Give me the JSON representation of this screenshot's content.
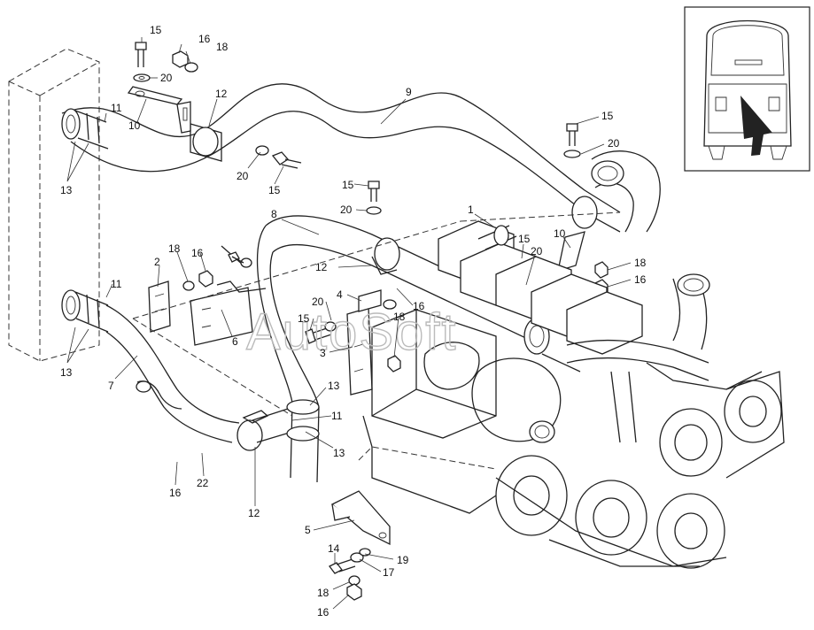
{
  "watermark": "AutoSoft",
  "callouts": [
    {
      "id": "c15a",
      "text": "15"
    },
    {
      "id": "c16a",
      "text": "16"
    },
    {
      "id": "c18a",
      "text": "18"
    },
    {
      "id": "c20a",
      "text": "20"
    },
    {
      "id": "c9",
      "text": "9"
    },
    {
      "id": "c12a",
      "text": "12"
    },
    {
      "id": "c11a",
      "text": "11"
    },
    {
      "id": "c10a",
      "text": "10"
    },
    {
      "id": "c13a",
      "text": "13"
    },
    {
      "id": "c20b",
      "text": "20"
    },
    {
      "id": "c15b",
      "text": "15"
    },
    {
      "id": "c15c",
      "text": "15"
    },
    {
      "id": "c20c",
      "text": "20"
    },
    {
      "id": "c15d",
      "text": "15"
    },
    {
      "id": "c20d",
      "text": "20"
    },
    {
      "id": "c8",
      "text": "8"
    },
    {
      "id": "c1",
      "text": "1"
    },
    {
      "id": "c15e",
      "text": "15"
    },
    {
      "id": "c20e",
      "text": "20"
    },
    {
      "id": "c10b",
      "text": "10"
    },
    {
      "id": "c18b",
      "text": "18"
    },
    {
      "id": "c16b",
      "text": "16"
    },
    {
      "id": "c12b",
      "text": "12"
    },
    {
      "id": "c4",
      "text": "4"
    },
    {
      "id": "c16c",
      "text": "16"
    },
    {
      "id": "c20f",
      "text": "20"
    },
    {
      "id": "c18c",
      "text": "18"
    },
    {
      "id": "c15f",
      "text": "15"
    },
    {
      "id": "c3",
      "text": "3"
    },
    {
      "id": "c2",
      "text": "2"
    },
    {
      "id": "c18d",
      "text": "18"
    },
    {
      "id": "c16d",
      "text": "16"
    },
    {
      "id": "c6",
      "text": "6"
    },
    {
      "id": "c11b",
      "text": "11"
    },
    {
      "id": "c13b",
      "text": "13"
    },
    {
      "id": "c7",
      "text": "7"
    },
    {
      "id": "c13c",
      "text": "13"
    },
    {
      "id": "c11c",
      "text": "11"
    },
    {
      "id": "c13d",
      "text": "13"
    },
    {
      "id": "c16e",
      "text": "16"
    },
    {
      "id": "c22",
      "text": "22"
    },
    {
      "id": "c12c",
      "text": "12"
    },
    {
      "id": "c5",
      "text": "5"
    },
    {
      "id": "c14",
      "text": "14"
    },
    {
      "id": "c19",
      "text": "19"
    },
    {
      "id": "c17",
      "text": "17"
    },
    {
      "id": "c18e",
      "text": "18"
    },
    {
      "id": "c16f",
      "text": "16"
    }
  ]
}
